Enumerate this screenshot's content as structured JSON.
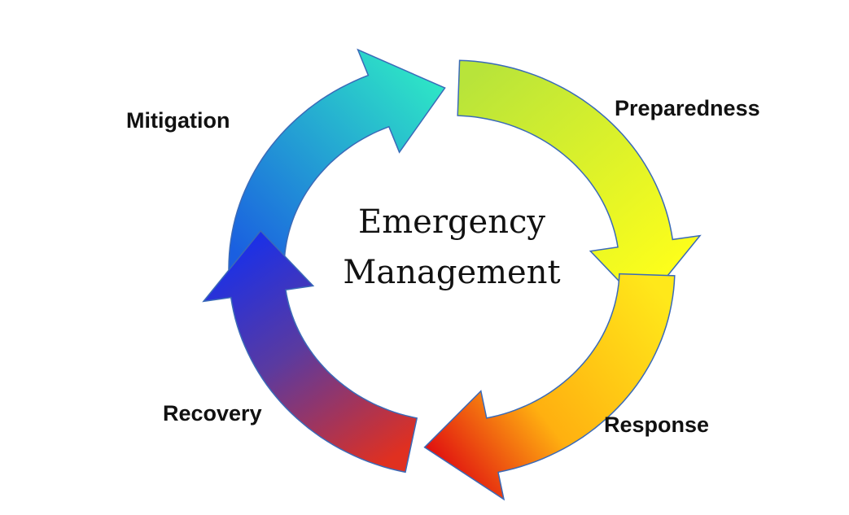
{
  "title_line1": "Emergency",
  "title_line2": "Management",
  "stages": [
    {
      "label": "Mitigation",
      "colors": [
        "#1a5fe0",
        "#2ee6c6"
      ]
    },
    {
      "label": "Preparedness",
      "colors": [
        "#b8e43a",
        "#ffff1a"
      ]
    },
    {
      "label": "Response",
      "colors": [
        "#ffe81a",
        "#e01010"
      ]
    },
    {
      "label": "Recovery",
      "colors": [
        "#e03020",
        "#1a30e8"
      ]
    }
  ]
}
